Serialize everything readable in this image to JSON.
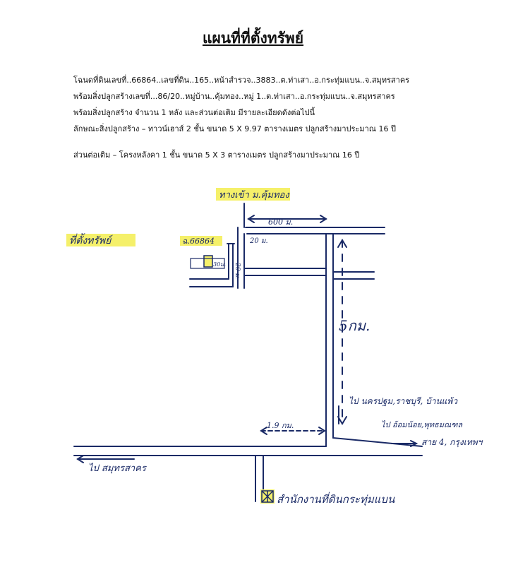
{
  "title": "แผนที่ที่ตั้งทรัพย์",
  "info_lines": [
    "โฉนดที่ดินเลขที่..66864..เลขที่ดิน..165..หน้าสำรวจ..3883..ต.ท่าเสา..อ.กระทุ่มแบน..จ.สมุทรสาคร",
    "พร้อมสิ่งปลูกสร้างเลขที่...86/20..หมู่บ้าน..คุ้มทอง..หมู่ 1..ต.ท่าเสา..อ.กระทุ่มแบน..จ.สมุทรสาคร",
    "พร้อมสิ่งปลูกสร้าง  จำนวน  1 หลัง  และส่วนต่อเติม มีรายละเอียดดังต่อไปนี้",
    "ลักษณะสิ่งปลูกสร้าง  –  ทาวน์เฮาส์  2 ชั้น  ขนาด  5 X 9.97  ตารางเมตร  ปลูกสร้างมาประมาณ  16  ปี",
    "ส่วนต่อเติม – โครงหลังคา 1 ชั้น  ขนาด  5 X 3  ตารางเมตร  ปลูกสร้างมาประมาณ  16  ปี"
  ],
  "map": {
    "entrance_label": "ทางเข้า ม.คุ้มทอง",
    "property_label": "ที่ตั้งทรัพย์",
    "deed_label": "ฉ.66864",
    "dist_600": "600 ม.",
    "dist_20_top": "20 ม.",
    "dist_20_side": "20 ม.",
    "dist_30": "30ม.",
    "dist_5km": "5กม.",
    "dist_1_9km": "1.9 กม.",
    "to_nakhon_pathom": "ไป นครปฐม,ราชบุรี, บ้านแพ้ว",
    "to_om_noi": "ไป อ้อมน้อย,พุทธมณฑล",
    "to_sai4": "สาย 4, กรุงเทพฯ",
    "to_samut_sakhon": "ไป สมุทรสาคร",
    "land_office": "สำนักงานที่ดินกระทุ่มแบน",
    "highlight_color": "#f5f06a",
    "ink_color": "#1a2a66"
  }
}
